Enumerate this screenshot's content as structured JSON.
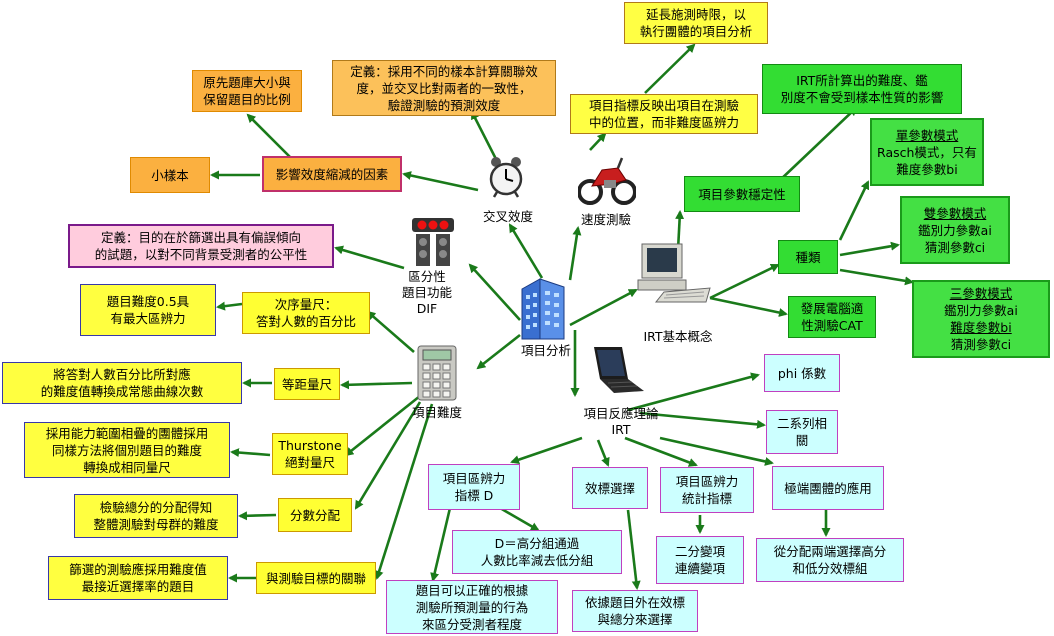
{
  "center": "項目分析",
  "hubs": {
    "cross": "交叉效度",
    "speed": "速度測驗",
    "irt_basic": "IRT基本概念",
    "irt": [
      "項目反應理論",
      "IRT"
    ],
    "dif": [
      "區分性",
      "題目功能",
      "DIF"
    ],
    "difficulty": "項目難度"
  },
  "boxes": {
    "orig_sample": [
      "原先題庫大小與",
      "保留題目的比例"
    ],
    "cross_def": [
      "定義：採用不同的樣本計算關聯效",
      "度，並交叉比對兩者的一致性，",
      "驗證測驗的預測效度"
    ],
    "small_sample": "小樣本",
    "shrink": "影響效度縮減的因素",
    "extend_time": [
      "延長施測時限，以",
      "執行團體的項目分析"
    ],
    "speed_desc": [
      "項目指標反映出項目在測驗",
      "中的位置，而非難度區辨力"
    ],
    "irt_stable_desc": [
      "IRT所計算出的難度、鑑",
      "別度不會受到樣本性質的影響"
    ],
    "item_param": "項目參數穩定性",
    "one_param": [
      "單參數模式",
      "Rasch模式，只有",
      "難度參數bi"
    ],
    "two_param": [
      "雙參數模式",
      "鑑別力參數ai",
      "猜測參數ci"
    ],
    "kinds": "種類",
    "three_param": [
      "三參數模式",
      "鑑別力參數ai",
      "難度參數bi",
      "猜測參數ci"
    ],
    "cat": [
      "發展電腦適",
      "性測驗CAT"
    ],
    "dif_def": [
      "定義：目的在於篩選出具有偏誤傾向",
      "的試題，以對不同背景受測者的公平性"
    ],
    "best_disc": [
      "題目難度0.5具",
      "有最大區辨力"
    ],
    "ordinal": [
      "次序量尺：",
      "答對人數的百分比"
    ],
    "normal_curve": [
      "將答對人數百分比所對應",
      "的難度值轉換成常態曲線次數"
    ],
    "interval": "等距量尺",
    "thurstone_desc": [
      "採用能力範圍相疊的團體採用",
      "同樣方法將個別題目的難度",
      "轉換成相同量尺"
    ],
    "thurstone": [
      "Thurstone",
      "絕對量尺"
    ],
    "score_dist_desc": [
      "檢驗總分的分配得知",
      "整體測驗對母群的難度"
    ],
    "score_dist": "分數分配",
    "screen": [
      "篩選的測驗應採用難度值",
      "最接近選擇率的題目"
    ],
    "goal_rel": "與測驗目標的關聯",
    "phi": "phi 係數",
    "biserial": "二系列相關",
    "disc_d": [
      "項目區辨力",
      "指標 D"
    ],
    "criterion": "效標選擇",
    "disc_stat": [
      "項目區辨力",
      "統計指標"
    ],
    "extreme": "極端團體的應用",
    "d_formula": [
      "D＝高分組通過",
      "人數比率減去低分組"
    ],
    "dichotomous": [
      "二分變項",
      "連續變項"
    ],
    "high_low": [
      "從分配兩端選擇高分",
      "和低分效標組"
    ],
    "correct_predict": [
      "題目可以正確的根據",
      "測驗所預測量的行為",
      "來區分受測者程度"
    ],
    "external": [
      "依據題目外在效標",
      "與總分來選擇"
    ]
  },
  "colors": {
    "arrow": "#1a7a1a"
  }
}
